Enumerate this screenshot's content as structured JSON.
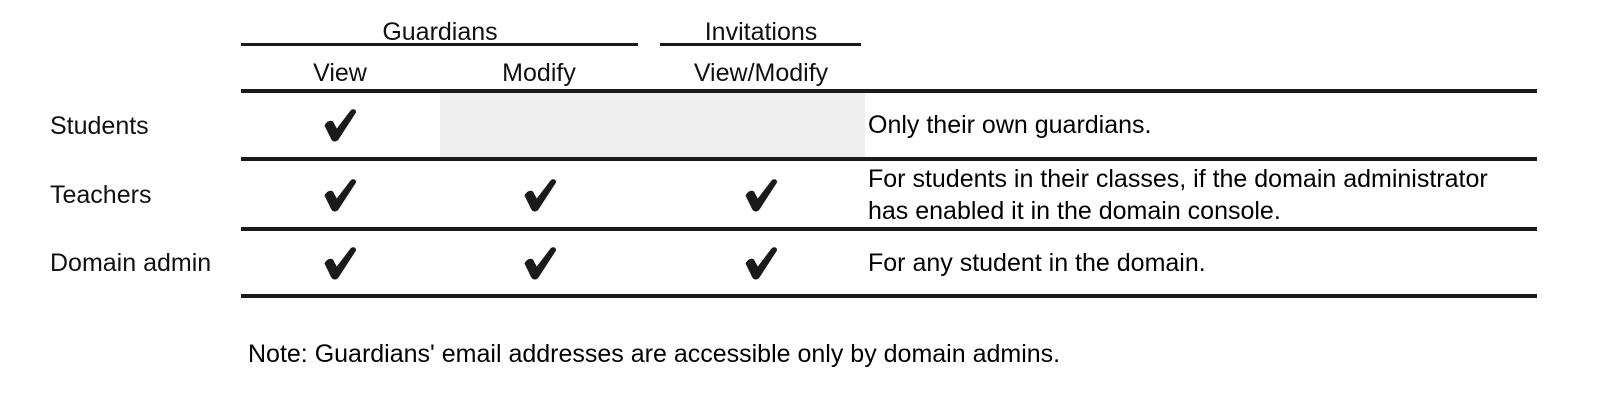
{
  "table": {
    "column_groups": [
      {
        "label": "Guardians",
        "span_columns": [
          "View",
          "Modify"
        ]
      },
      {
        "label": "Invitations",
        "span_columns": [
          "View/Modify"
        ]
      }
    ],
    "columns": [
      {
        "key": "row_label",
        "label": ""
      },
      {
        "key": "view",
        "label": "View"
      },
      {
        "key": "modify",
        "label": "Modify"
      },
      {
        "key": "view_modify",
        "label": "View/Modify"
      },
      {
        "key": "notes",
        "label": ""
      }
    ],
    "check_glyph": "check-mark",
    "rows": [
      {
        "label": "Students",
        "view": true,
        "modify": false,
        "view_modify": false,
        "disabled_shaded": true,
        "notes": "Only their own guardians."
      },
      {
        "label": "Teachers",
        "view": true,
        "modify": true,
        "view_modify": true,
        "disabled_shaded": false,
        "notes": "For students in their classes, if the domain administrator\nhas enabled it in the domain console."
      },
      {
        "label": "Domain admin",
        "view": true,
        "modify": true,
        "view_modify": true,
        "disabled_shaded": false,
        "notes": "For any student in the domain."
      }
    ]
  },
  "footnote": "Note: Guardians' email addresses are accessible only by domain admins.",
  "colors": {
    "rule": "#1a1a1a",
    "text": "#111111",
    "shade": "#eeeeee",
    "background": "#ffffff"
  }
}
